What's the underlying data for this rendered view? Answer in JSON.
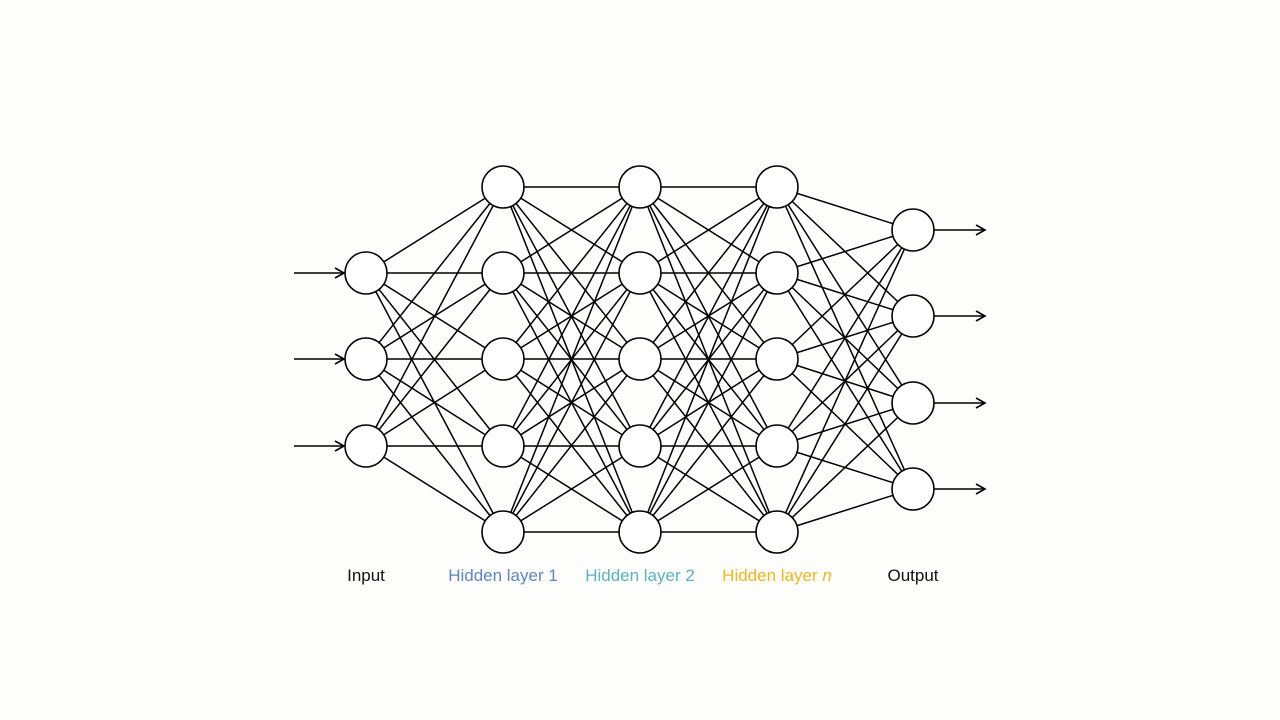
{
  "diagram": {
    "layers": [
      {
        "name": "Input",
        "name_suffix": "",
        "nodes": 3,
        "color": "#111111"
      },
      {
        "name": "Hidden layer 1",
        "name_suffix": "",
        "nodes": 5,
        "color": "#5b86c8"
      },
      {
        "name": "Hidden layer 2",
        "name_suffix": "",
        "nodes": 5,
        "color": "#5bb3c4"
      },
      {
        "name": "Hidden layer ",
        "name_suffix": "n",
        "nodes": 5,
        "color": "#f2b51c"
      },
      {
        "name": "Output",
        "name_suffix": "",
        "nodes": 4,
        "color": "#111111"
      }
    ],
    "input_arrows": 3,
    "output_arrows": 4,
    "line_color": "#000000",
    "node_fill": "#ffffff"
  }
}
